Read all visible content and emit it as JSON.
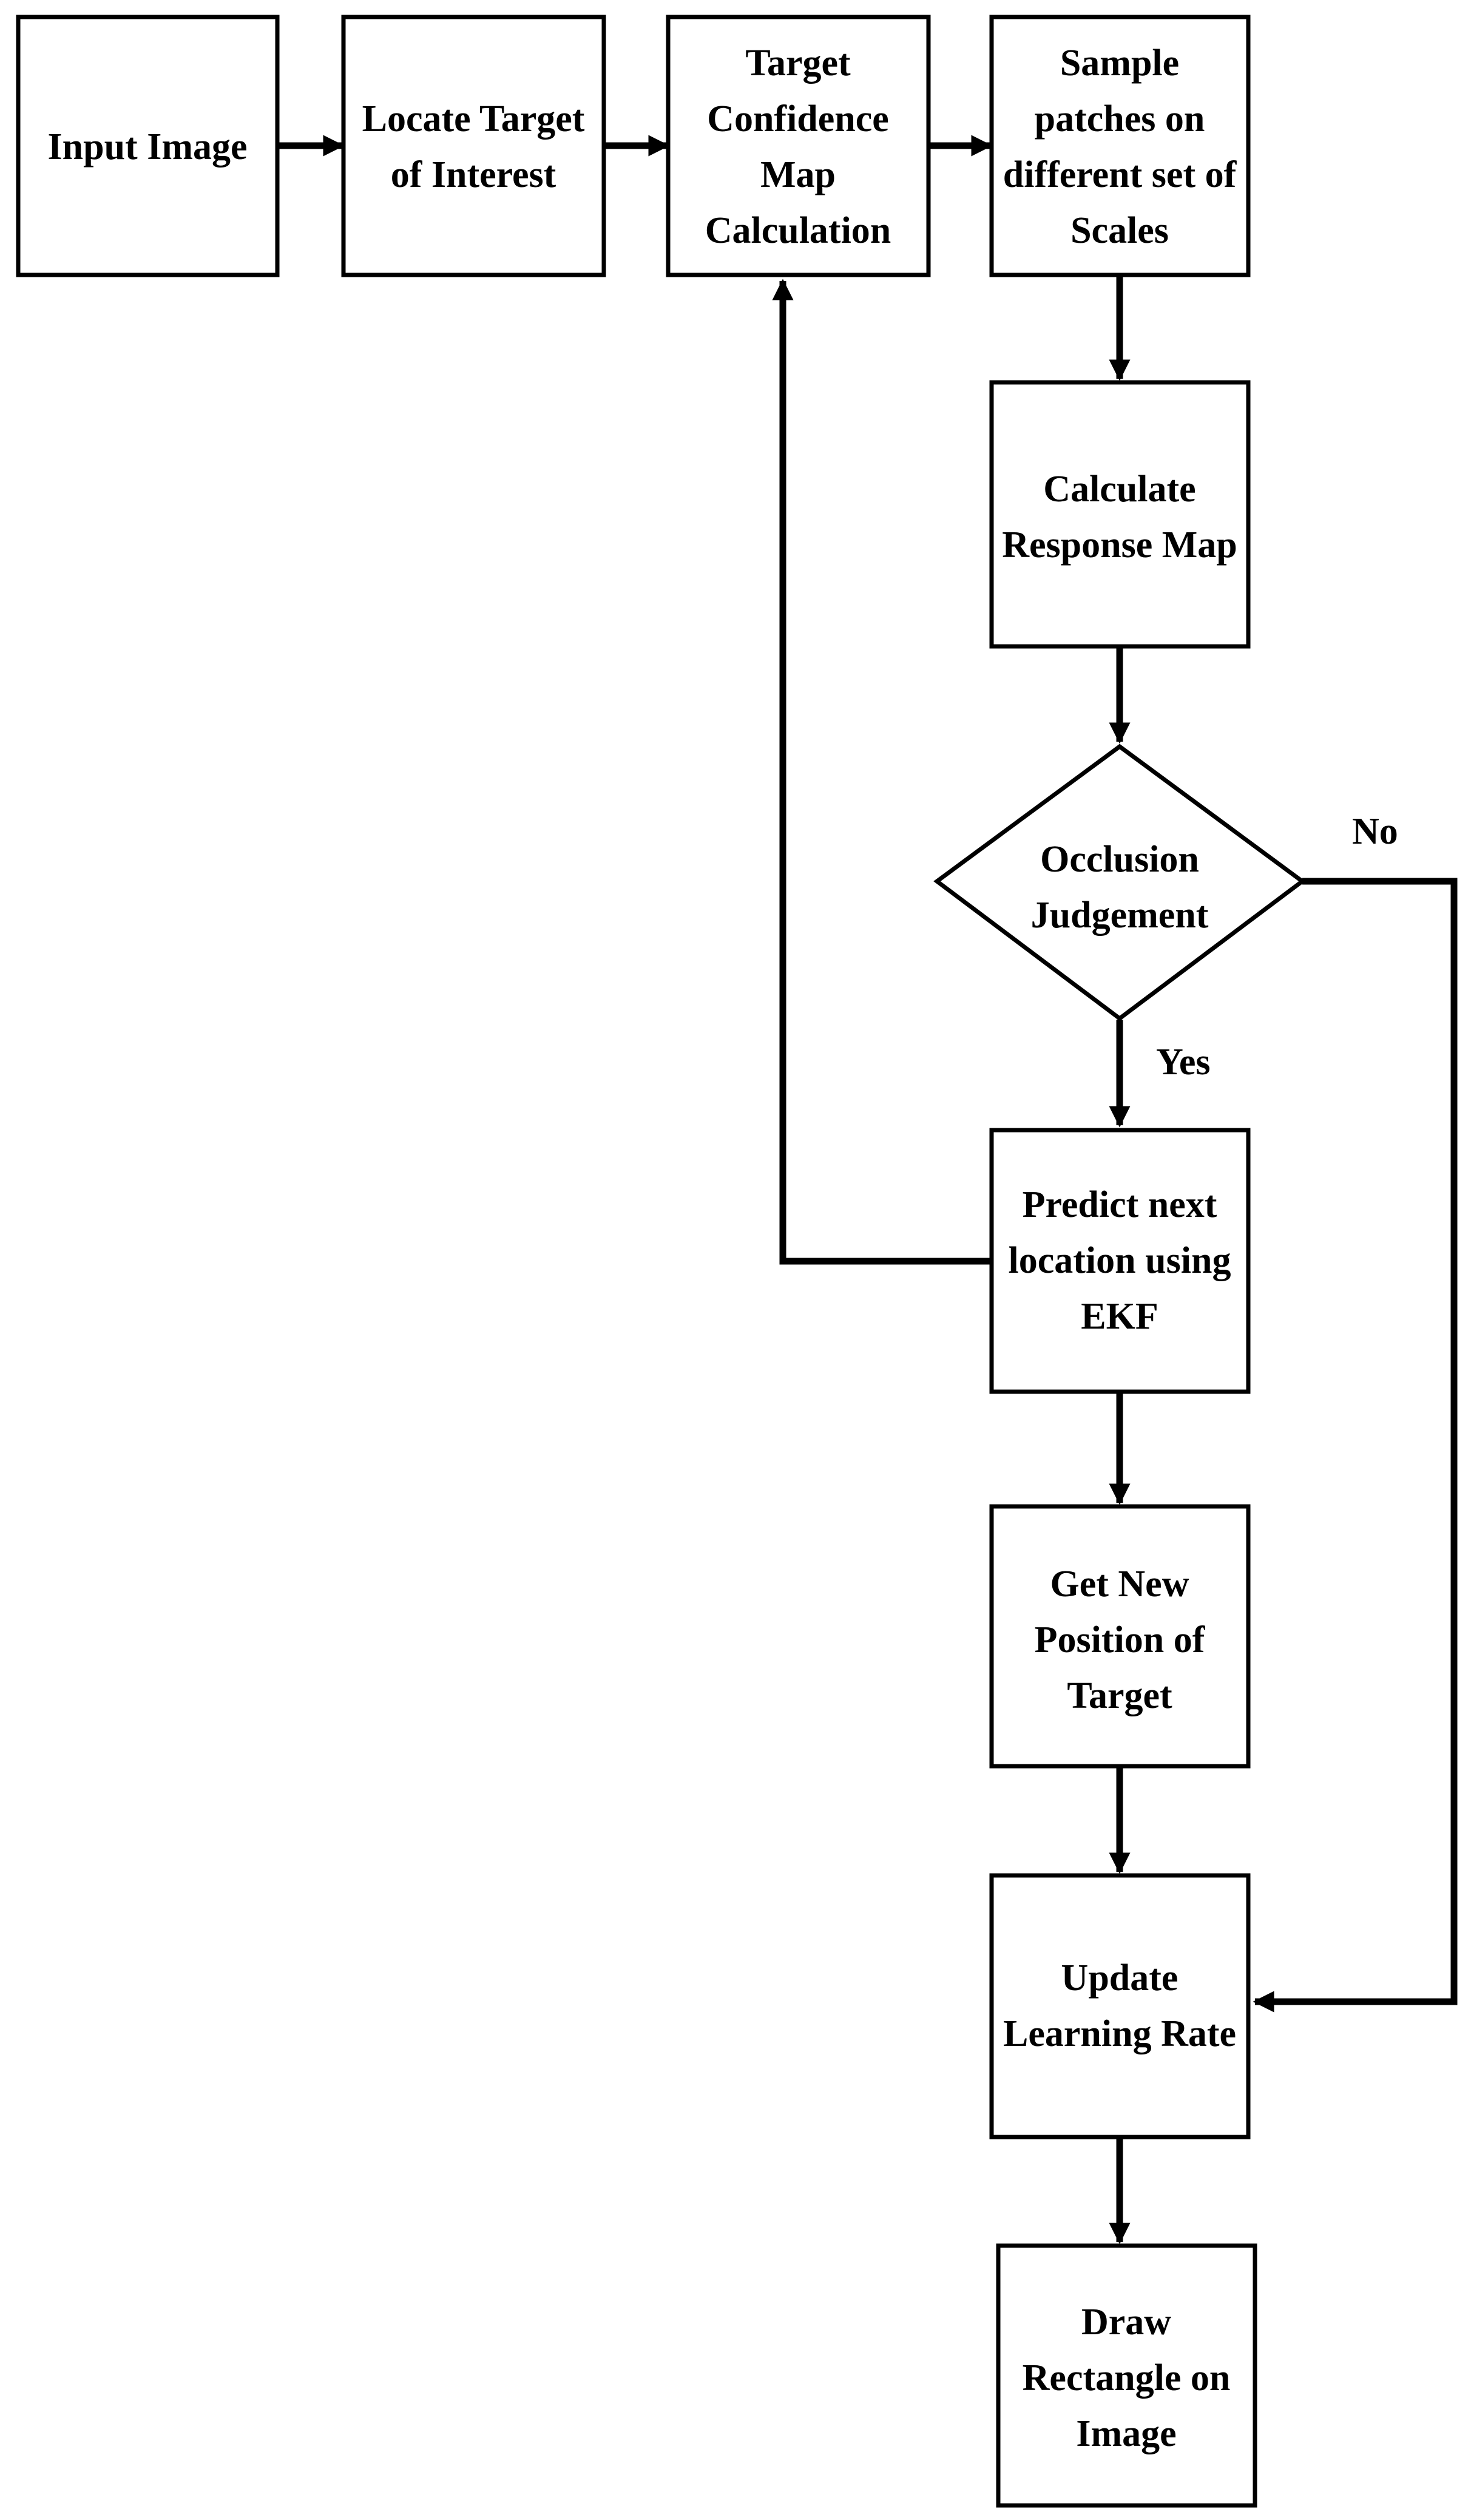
{
  "nodes": {
    "input_image": [
      "Input Image"
    ],
    "locate_target": [
      "Locate Target",
      "of Interest"
    ],
    "confidence_map": [
      "Target",
      "Confidence",
      "Map",
      "Calculation"
    ],
    "sample_patches": [
      "Sample",
      "patches on",
      "different set of",
      "Scales"
    ],
    "response_map": [
      "Calculate",
      "Response Map"
    ],
    "occlusion": [
      "Occlusion",
      "Judgement"
    ],
    "predict_ekf": [
      "Predict next",
      "location using",
      "EKF"
    ],
    "new_position": [
      "Get New",
      "Position of",
      "Target"
    ],
    "update_lr": [
      "Update",
      "Learning Rate"
    ],
    "draw_rect": [
      "Draw",
      "Rectangle on",
      "Image"
    ]
  },
  "edge_labels": {
    "no": "No",
    "yes": "Yes"
  }
}
